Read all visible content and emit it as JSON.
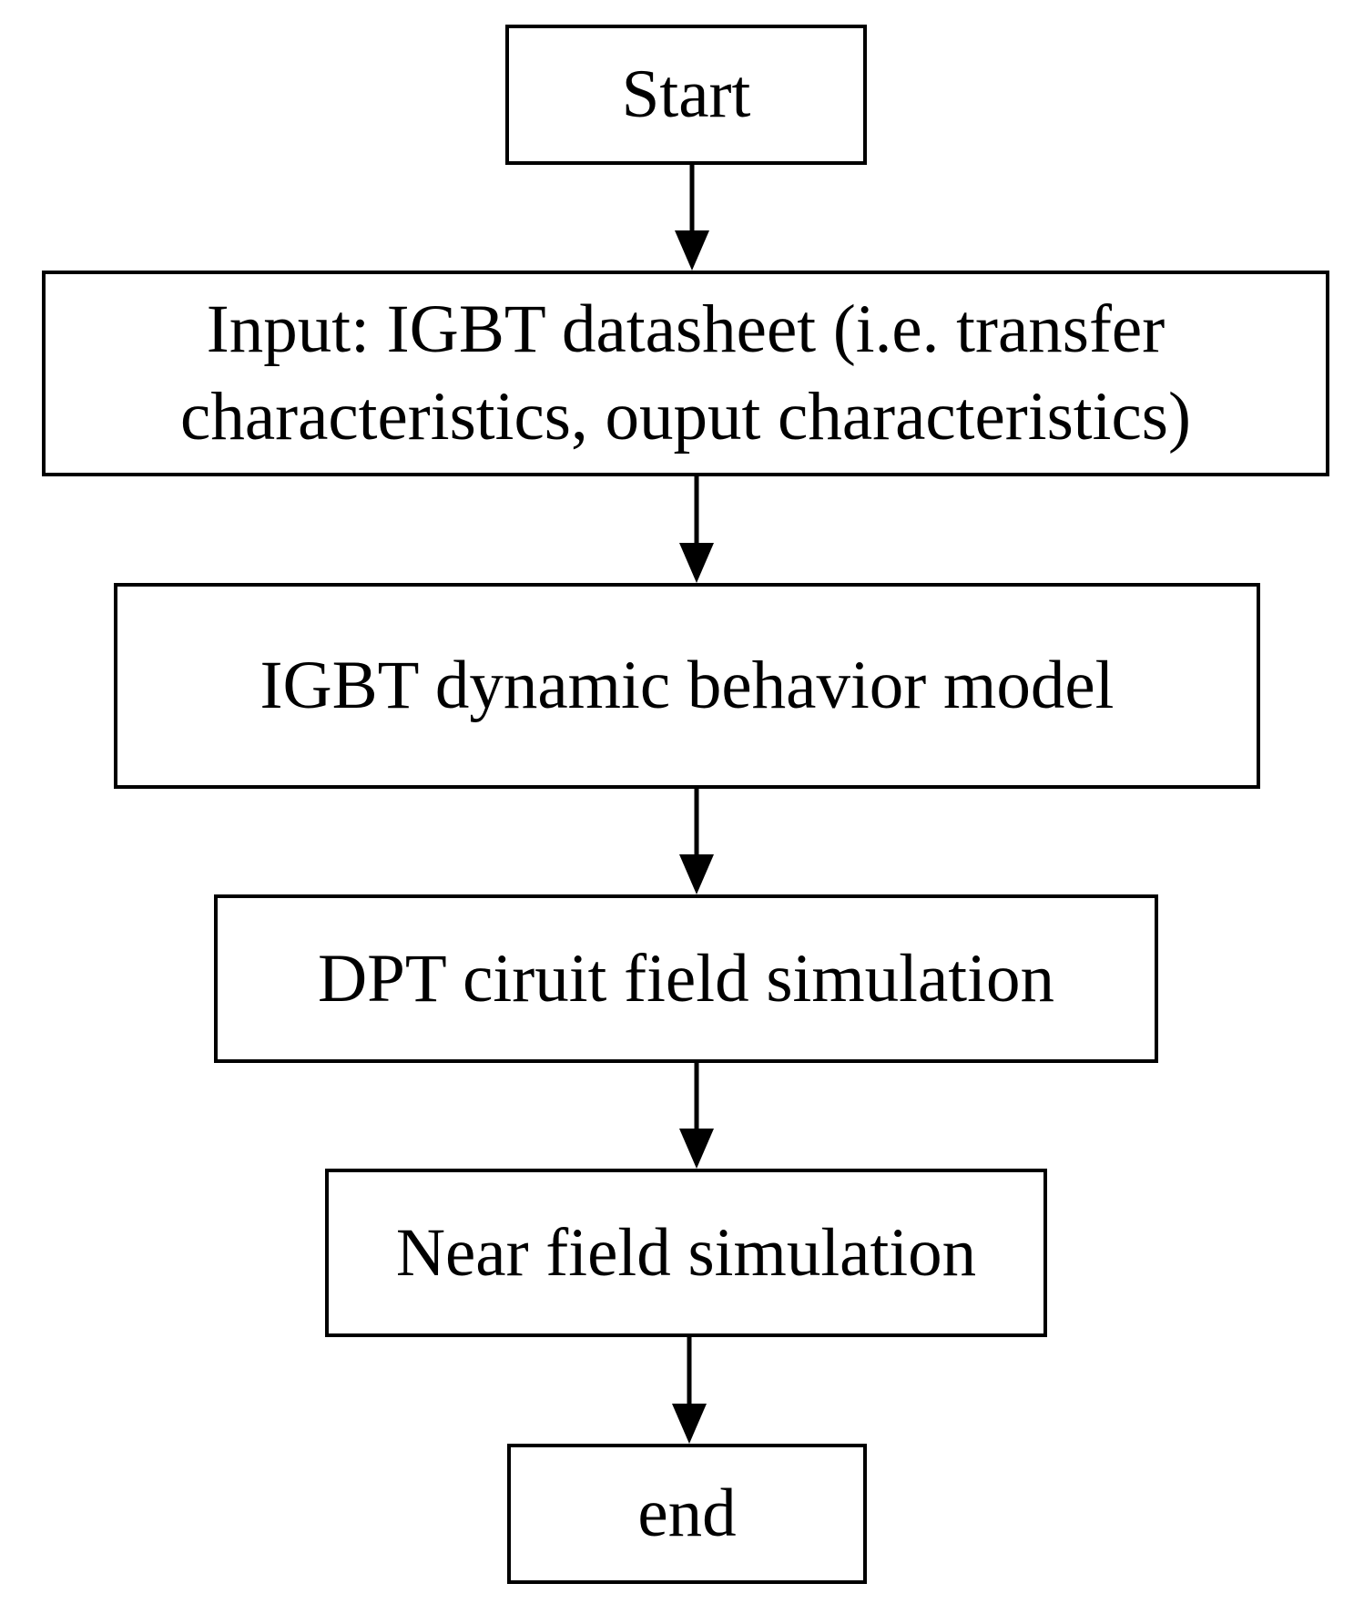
{
  "flowchart": {
    "steps": [
      {
        "id": "start",
        "label": "Start"
      },
      {
        "id": "input",
        "label_lines": [
          "Input: IGBT datasheet (i.e. transfer",
          "characteristics, ouput characteristics)"
        ]
      },
      {
        "id": "model",
        "label": "IGBT dynamic behavior model"
      },
      {
        "id": "dpt",
        "label": "DPT ciruit field simulation"
      },
      {
        "id": "near",
        "label": "Near field simulation"
      },
      {
        "id": "end",
        "label": "end"
      }
    ],
    "edges": [
      {
        "from": "start",
        "to": "input"
      },
      {
        "from": "input",
        "to": "model"
      },
      {
        "from": "model",
        "to": "dpt"
      },
      {
        "from": "dpt",
        "to": "near"
      },
      {
        "from": "near",
        "to": "end"
      }
    ],
    "colors": {
      "stroke": "#000000",
      "fill": "#ffffff",
      "text": "#000000"
    }
  }
}
